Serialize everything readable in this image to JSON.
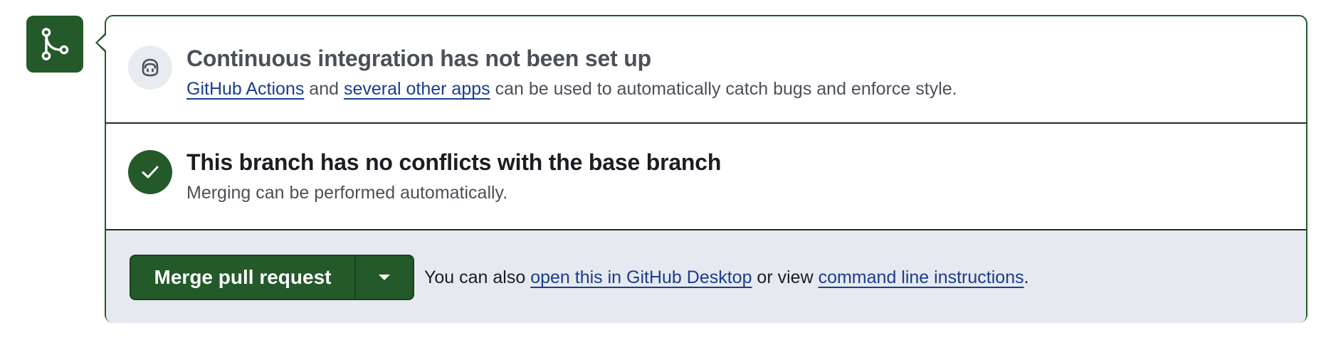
{
  "ci": {
    "title": "Continuous integration has not been set up",
    "link_actions": "GitHub Actions",
    "text_and": " and ",
    "link_other_apps": "several other apps",
    "text_rest": " can be used to automatically catch bugs and enforce style."
  },
  "conflicts": {
    "title": "This branch has no conflicts with the base branch",
    "description": "Merging can be performed automatically."
  },
  "merge": {
    "button_label": "Merge pull request",
    "text_prefix": "You can also ",
    "link_desktop": "open this in GitHub Desktop",
    "text_middle": " or view ",
    "link_cli": "command line instructions",
    "text_suffix": "."
  },
  "colors": {
    "accent_green": "#24592a",
    "link_blue": "#1a3d8f",
    "footer_bg": "#e6e9ef"
  },
  "icons": {
    "badge": "git-merge-icon",
    "ci": "copilot-bot-icon",
    "conflicts": "check-icon",
    "dropdown": "triangle-down-icon"
  }
}
